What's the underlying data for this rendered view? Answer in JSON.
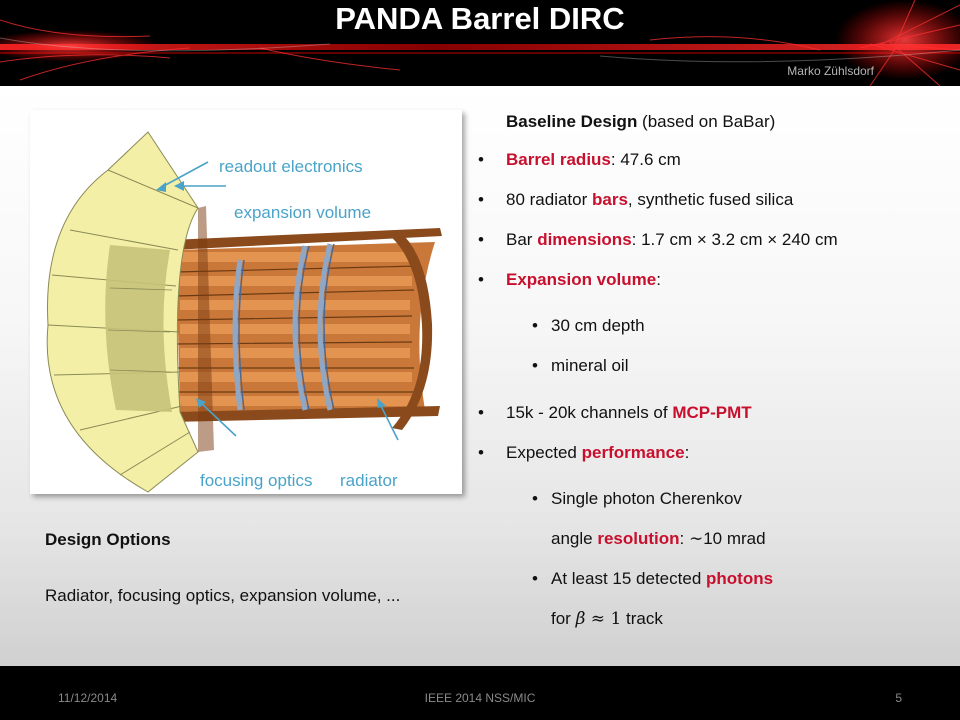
{
  "header": {
    "title": "PANDA Barrel DIRC",
    "author": "Marko Zühlsdorf"
  },
  "figure": {
    "labels": {
      "readout": "readout electronics",
      "expansion": "expansion volume",
      "focusing": "focusing optics",
      "radiator": "radiator"
    },
    "colors": {
      "callout": "#4aa3c9",
      "prism": "#f3eea6",
      "bar": "#d8843f"
    }
  },
  "baseline": {
    "heading_bold": "Baseline Design",
    "heading_rest": " (based on BaBar)",
    "item1": {
      "hl": "Barrel radius",
      "rest": ": 47.6 cm"
    },
    "item2": {
      "pre": "80 radiator ",
      "hl": "bars",
      "rest": ", synthetic fused silica"
    },
    "item3": {
      "pre": "Bar ",
      "hl": "dimensions",
      "rest": ": 1.7 cm × 3.2 cm × 240 cm"
    },
    "item4": {
      "hl": "Expansion volume",
      "rest": ":"
    },
    "item4_sub": [
      "30 cm depth",
      "mineral oil"
    ],
    "item5": {
      "pre": "15k - 20k channels of ",
      "hl": "MCP-PMT"
    },
    "item6": {
      "pre": "Expected ",
      "hl": "performance",
      "rest": ":"
    },
    "item6_sub1": {
      "l1": "Single photon Cherenkov",
      "l2pre": "angle ",
      "hl": "resolution",
      "l2mid": ": ",
      "tilde": "∼",
      "val": "10 mrad"
    },
    "item6_sub2": {
      "l1pre": "At least 15 detected ",
      "hl": "photons",
      "l2pre": "for ",
      "beta": "β",
      "approx": " ≈ 1",
      "l2rest": "  track"
    }
  },
  "design": {
    "heading": "Design Options",
    "text": "Radiator, focusing optics, expansion volume, ..."
  },
  "footer": {
    "date": "11/12/2014",
    "conference": "IEEE 2014 NSS/MIC",
    "page": "5"
  },
  "theme": {
    "highlight": "#c8102e"
  }
}
